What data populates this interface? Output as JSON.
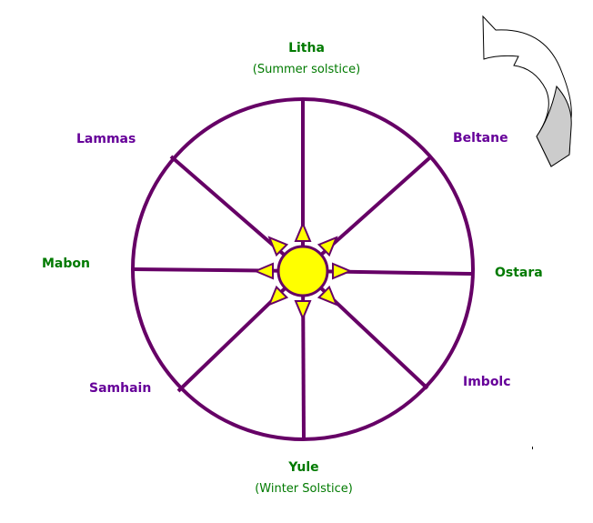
{
  "colors": {
    "wheel": "#660066",
    "green": "#007a00",
    "purple": "#660099",
    "sun_fill": "#ffff00",
    "arrow_fill": "#cccccc"
  },
  "icons": {
    "sun": "sun-icon",
    "ray": "triangle-ray-icon",
    "turn_arrow": "curved-arrow-icon"
  },
  "sabbats": {
    "litha": "Litha",
    "litha_note": "(Summer solstice)",
    "beltane": "Beltane",
    "ostara": "Ostara",
    "imbolc": "Imbolc",
    "yule": "Yule",
    "yule_note": "(Winter Solstice)",
    "samhain": "Samhain",
    "mabon": "Mabon",
    "lammas": "Lammas"
  }
}
